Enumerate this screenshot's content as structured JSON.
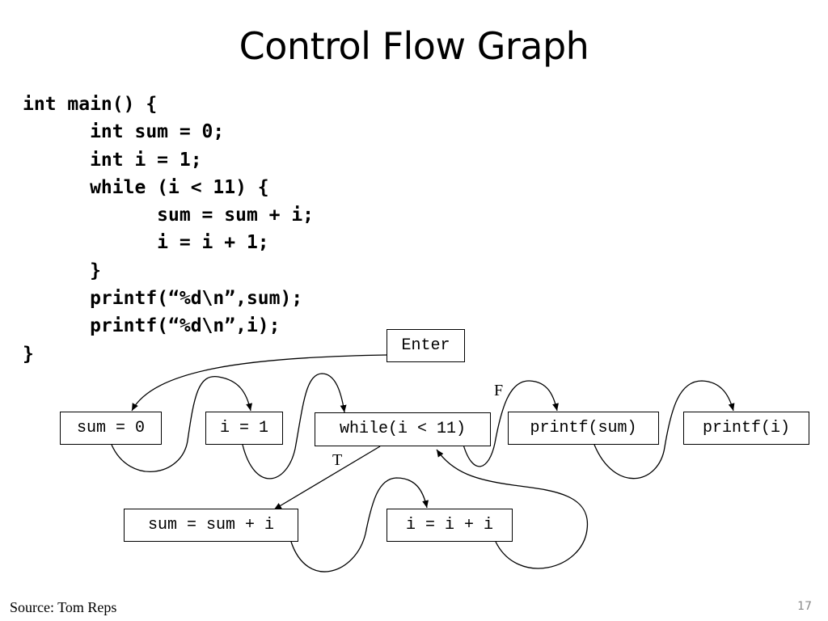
{
  "title": "Control Flow Graph",
  "code_lines": [
    "int main() {",
    "      int sum = 0;",
    "      int i = 1;",
    "      while (i < 11) {",
    "            sum = sum + i;",
    "            i = i + 1;",
    "      }",
    "      printf(“%d\\n”,sum);",
    "      printf(“%d\\n”,i);",
    "}"
  ],
  "graph": {
    "nodes": {
      "enter": "Enter",
      "sum0": "sum = 0",
      "i1": "i = 1",
      "while": "while(i < 11)",
      "printf_sum": "printf(sum)",
      "printf_i": "printf(i)",
      "sum_add": "sum = sum + i",
      "i_inc": "i = i + i"
    },
    "edge_labels": {
      "false": "F",
      "true": "T"
    }
  },
  "footer": {
    "source": "Source: Tom Reps",
    "page_number": "17"
  }
}
